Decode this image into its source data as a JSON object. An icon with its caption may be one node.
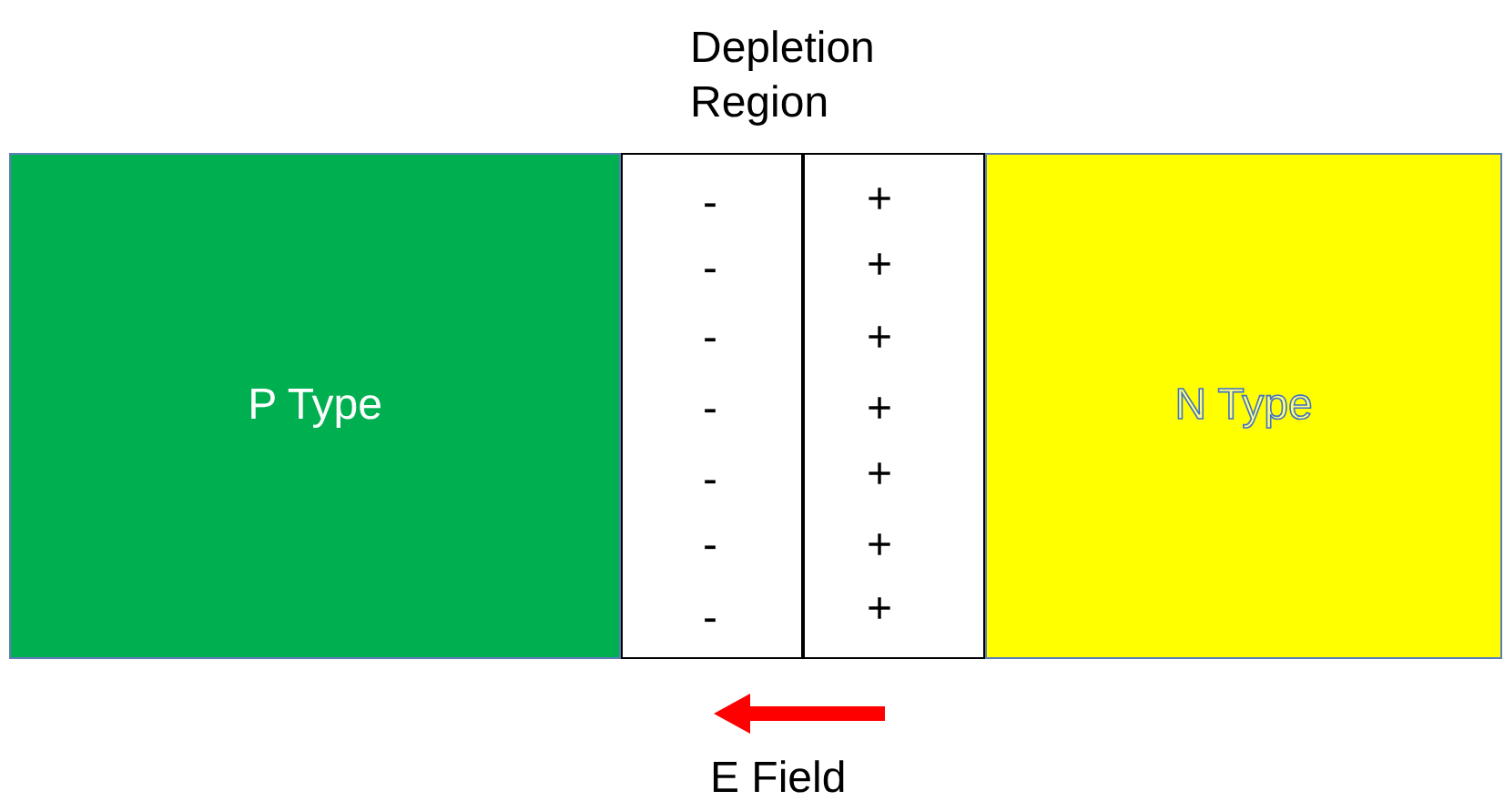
{
  "diagram": {
    "nodes": [
      {
        "text": [
          "P Type"
        ]
      },
      {
        "text": [
          "Depletion Region"
        ]
      },
      {
        "text": [],
        "shape": "box",
        "in": 1
      },
      {
        "text": [],
        "shape": "box",
        "in": 1
      },
      {
        "text": [
          "N Type"
        ]
      }
    ],
    "edges": [],
    "labels": [
      "-",
      "+",
      "-",
      "+",
      "-",
      "+",
      "-",
      "+",
      "-",
      "+",
      "-",
      "+",
      "-",
      "+",
      "E Field"
    ]
  }
}
